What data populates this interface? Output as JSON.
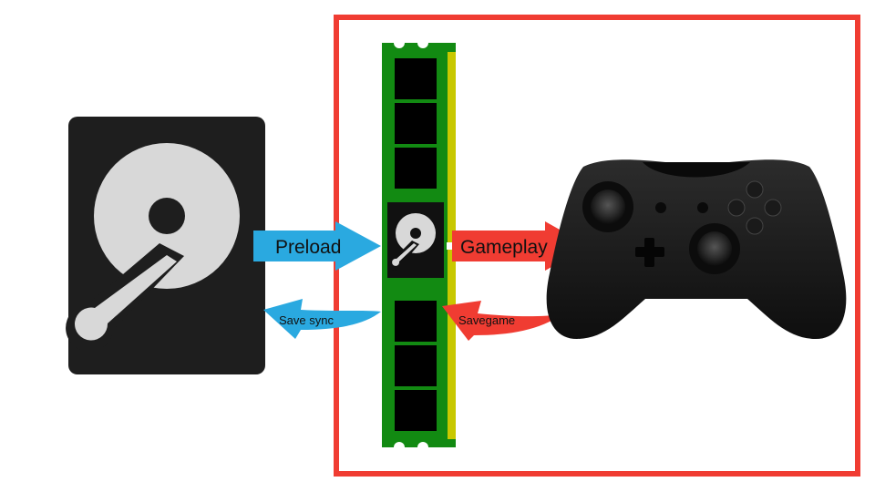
{
  "labels": {
    "preload": "Preload",
    "gameplay": "Gameplay",
    "save_sync": "Save sync",
    "savegame": "Savegame"
  },
  "colors": {
    "background": "#ffffff",
    "highlight_border": "#f03c32",
    "preload_arrow": "#2aa9e0",
    "gameplay_arrow": "#f03c32",
    "ram_green": "#128a12",
    "ram_contact_yellow": "#c8c800",
    "drive_body": "#1e1e1e",
    "disk_gray": "#d8d8d8"
  },
  "icons": {
    "storage": "hard-drive-icon",
    "memory": "ram-module-icon",
    "controller": "gamepad-icon"
  }
}
